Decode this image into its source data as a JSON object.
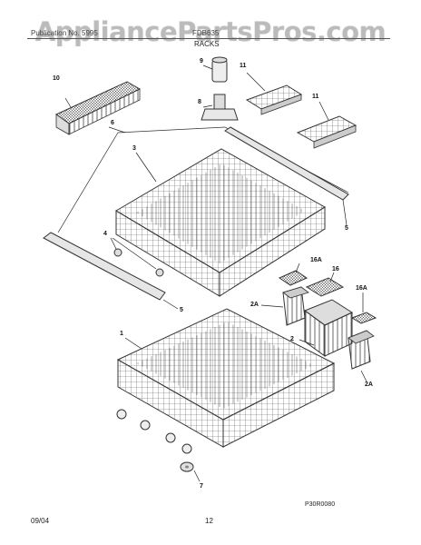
{
  "watermark": "AppliancePartsPros.com",
  "header": {
    "left": "Publication No. 5995",
    "mid": "FDB635"
  },
  "section_title": "RACKS",
  "callouts": {
    "c1": "1",
    "c2": "2",
    "c2a_left": "2A",
    "c2a_right": "2A",
    "c3": "3",
    "c4": "4",
    "c5_top": "5",
    "c5_bottom": "5",
    "c6": "6",
    "c7": "7",
    "c8": "8",
    "c9": "9",
    "c10": "10",
    "c11_a": "11",
    "c11_b": "11",
    "c16": "16",
    "c16a_left": "16A",
    "c16a_right": "16A"
  },
  "diagram_code": "P30R0080",
  "footer": {
    "date": "09/04",
    "page": "12"
  }
}
